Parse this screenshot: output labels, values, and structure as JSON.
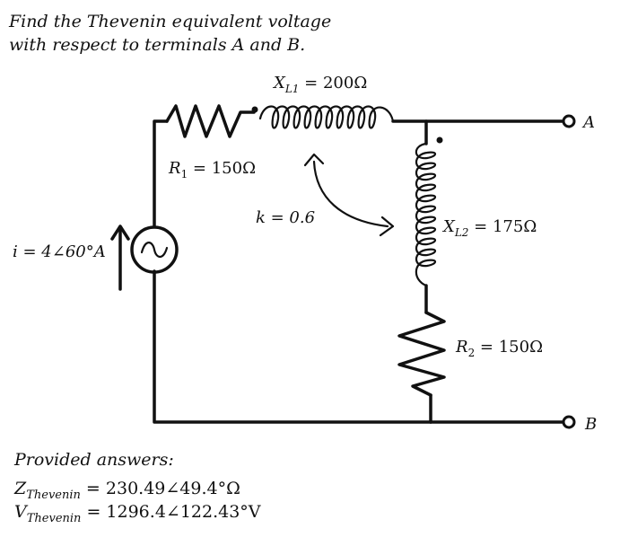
{
  "problem": {
    "line1": "Find the Thevenin   equivalent   voltage",
    "line2": "with respect to terminals A and B."
  },
  "components": {
    "xl1": {
      "sym": "X",
      "sub": "L1",
      "eq": " = 200Ω"
    },
    "r1": {
      "sym": "R",
      "sub": "1",
      "eq": " = 150Ω"
    },
    "k": {
      "text": "k = 0.6"
    },
    "xl2": {
      "sym": "X",
      "sub": "L2",
      "eq": " = 175Ω"
    },
    "r2": {
      "sym": "R",
      "sub": "2",
      "eq": " = 150Ω"
    },
    "source": {
      "text": "i = 4∠60°A"
    }
  },
  "terminals": {
    "a": "A",
    "b": "B"
  },
  "answers": {
    "heading": "Provided answers:",
    "z": {
      "sym": "Z",
      "sub": "Thevenin",
      "eq": " = 230.49∠49.4°Ω"
    },
    "v": {
      "sym": "V",
      "sub": "Thevenin",
      "eq": " = 1296.4∠122.43°V"
    }
  },
  "colors": {
    "ink": "#111111",
    "background": "#ffffff"
  }
}
